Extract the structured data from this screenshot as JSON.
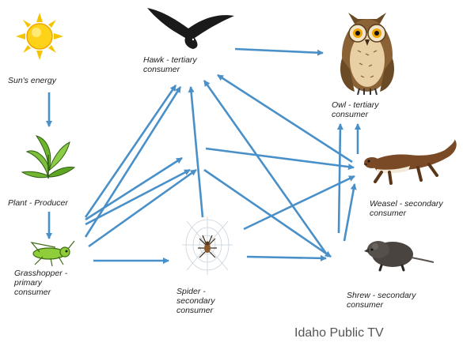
{
  "organisms": {
    "sun": {
      "line1": "Sun's energy"
    },
    "plant": {
      "line1": "Plant - Producer"
    },
    "grasshopper": {
      "line1": "Grasshopper -",
      "line2": "primary",
      "line3": "consumer"
    },
    "spider": {
      "line1": "Spider -",
      "line2": "secondary",
      "line3": "consumer"
    },
    "hawk": {
      "line1": "Hawk - tertiary",
      "line2": "consumer"
    },
    "owl": {
      "line1": "Owl - tertiary",
      "line2": "consumer"
    },
    "weasel": {
      "line1": "Weasel - secondary",
      "line2": "consumer"
    },
    "shrew": {
      "line1": "Shrew - secondary",
      "line2": "consumer"
    }
  },
  "credit": "Idaho Public TV",
  "colors": {
    "arrow": "#4a90c8",
    "background": "#ffffff"
  }
}
